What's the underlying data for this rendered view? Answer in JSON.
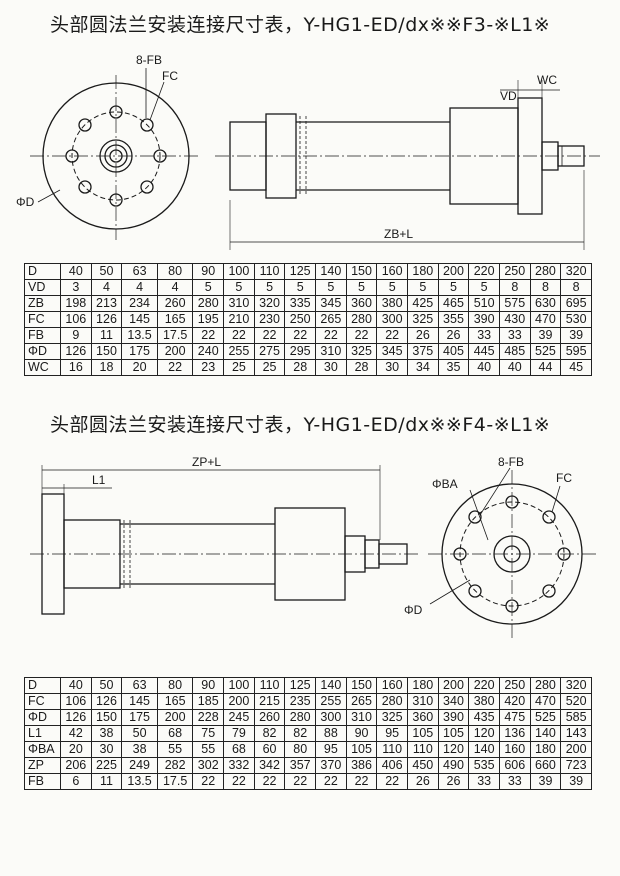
{
  "section1": {
    "title": "头部圆法兰安装连接尺寸表，Y-HG1-ED/dx※※F3-※L1※",
    "labels": {
      "fb": "8-FB",
      "fc": "FC",
      "phid": "ΦD",
      "vd": "VD",
      "wc": "WC",
      "zbl": "ZB+L"
    },
    "table": [
      [
        "D",
        "40",
        "50",
        "63",
        "80",
        "90",
        "100",
        "110",
        "125",
        "140",
        "150",
        "160",
        "180",
        "200",
        "220",
        "250",
        "280",
        "320"
      ],
      [
        "VD",
        "3",
        "4",
        "4",
        "4",
        "5",
        "5",
        "5",
        "5",
        "5",
        "5",
        "5",
        "5",
        "5",
        "5",
        "8",
        "8",
        "8"
      ],
      [
        "ZB",
        "198",
        "213",
        "234",
        "260",
        "280",
        "310",
        "320",
        "335",
        "345",
        "360",
        "380",
        "425",
        "465",
        "510",
        "575",
        "630",
        "695"
      ],
      [
        "FC",
        "106",
        "126",
        "145",
        "165",
        "195",
        "210",
        "230",
        "250",
        "265",
        "280",
        "300",
        "325",
        "355",
        "390",
        "430",
        "470",
        "530"
      ],
      [
        "FB",
        "9",
        "11",
        "13.5",
        "17.5",
        "22",
        "22",
        "22",
        "22",
        "22",
        "22",
        "22",
        "26",
        "26",
        "33",
        "33",
        "39",
        "39"
      ],
      [
        "ΦD",
        "126",
        "150",
        "175",
        "200",
        "240",
        "255",
        "275",
        "295",
        "310",
        "325",
        "345",
        "375",
        "405",
        "445",
        "485",
        "525",
        "595"
      ],
      [
        "WC",
        "16",
        "18",
        "20",
        "22",
        "23",
        "25",
        "25",
        "28",
        "30",
        "28",
        "30",
        "34",
        "35",
        "40",
        "40",
        "44",
        "45"
      ]
    ]
  },
  "section2": {
    "title": "头部圆法兰安装连接尺寸表，Y-HG1-ED/dx※※F4-※L1※",
    "labels": {
      "zpl": "ZP+L",
      "l1": "L1",
      "phiba": "ΦBA",
      "fb": "8-FB",
      "fc": "FC",
      "phid": "ΦD"
    },
    "table": [
      [
        "D",
        "40",
        "50",
        "63",
        "80",
        "90",
        "100",
        "110",
        "125",
        "140",
        "150",
        "160",
        "180",
        "200",
        "220",
        "250",
        "280",
        "320"
      ],
      [
        "FC",
        "106",
        "126",
        "145",
        "165",
        "185",
        "200",
        "215",
        "235",
        "255",
        "265",
        "280",
        "310",
        "340",
        "380",
        "420",
        "470",
        "520"
      ],
      [
        "ΦD",
        "126",
        "150",
        "175",
        "200",
        "228",
        "245",
        "260",
        "280",
        "300",
        "310",
        "325",
        "360",
        "390",
        "435",
        "475",
        "525",
        "585"
      ],
      [
        "L1",
        "42",
        "38",
        "50",
        "68",
        "75",
        "79",
        "82",
        "82",
        "88",
        "90",
        "95",
        "105",
        "105",
        "120",
        "136",
        "140",
        "143"
      ],
      [
        "ΦBA",
        "20",
        "30",
        "38",
        "55",
        "55",
        "68",
        "60",
        "80",
        "95",
        "105",
        "110",
        "110",
        "120",
        "140",
        "160",
        "180",
        "200"
      ],
      [
        "ZP",
        "206",
        "225",
        "249",
        "282",
        "302",
        "332",
        "342",
        "357",
        "370",
        "386",
        "406",
        "450",
        "490",
        "535",
        "606",
        "660",
        "723"
      ],
      [
        "FB",
        "6",
        "11",
        "13.5",
        "17.5",
        "22",
        "22",
        "22",
        "22",
        "22",
        "22",
        "22",
        "26",
        "26",
        "33",
        "33",
        "39",
        "39"
      ]
    ]
  }
}
